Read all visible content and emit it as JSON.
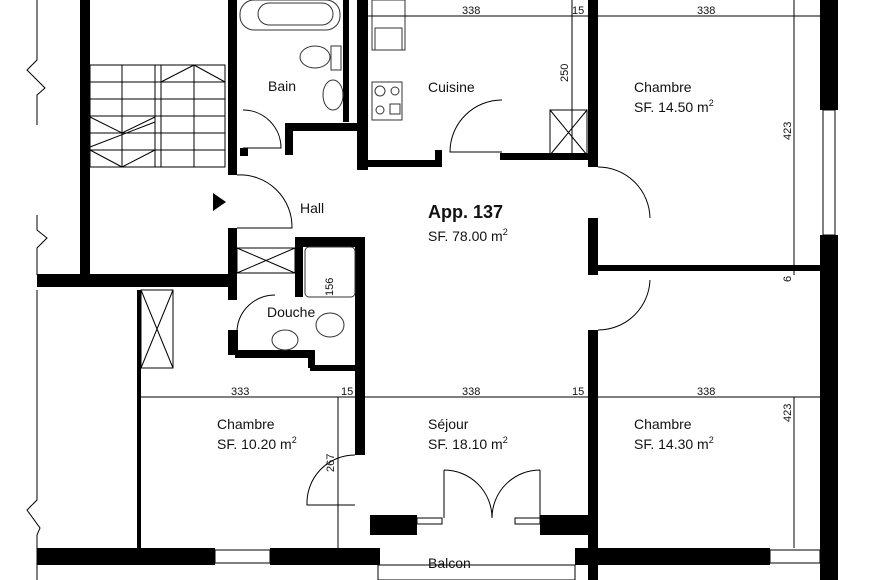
{
  "plan": {
    "apartment": {
      "title": "App. 137",
      "area": "SF. 78.00 m",
      "sup": "2"
    },
    "rooms": {
      "bain": {
        "name": "Bain"
      },
      "cuisine": {
        "name": "Cuisine"
      },
      "hall": {
        "name": "Hall"
      },
      "douche": {
        "name": "Douche"
      },
      "chambre_ne": {
        "name": "Chambre",
        "area": "SF. 14.50 m",
        "sup": "2"
      },
      "chambre_sw": {
        "name": "Chambre",
        "area": "SF. 10.20 m",
        "sup": "2"
      },
      "sejour": {
        "name": "Séjour",
        "area": "SF. 18.10 m",
        "sup": "2"
      },
      "chambre_se": {
        "name": "Chambre",
        "area": "SF. 14.30 m",
        "sup": "2"
      },
      "balcon": {
        "name": "Balcon"
      }
    },
    "dimensions": {
      "top_a": "338",
      "top_b": "15",
      "top_c": "338",
      "kitchen_h": "250",
      "right_top": "423",
      "right_mid": "6",
      "douche_h": "156",
      "mid_a": "333",
      "mid_b": "15",
      "mid_c": "338",
      "mid_d": "15",
      "mid_e": "338",
      "right_bottom": "423",
      "chambre_sw_h": "267"
    },
    "colors": {
      "wall": "#000000",
      "line": "#333333",
      "background": "#ffffff"
    }
  }
}
